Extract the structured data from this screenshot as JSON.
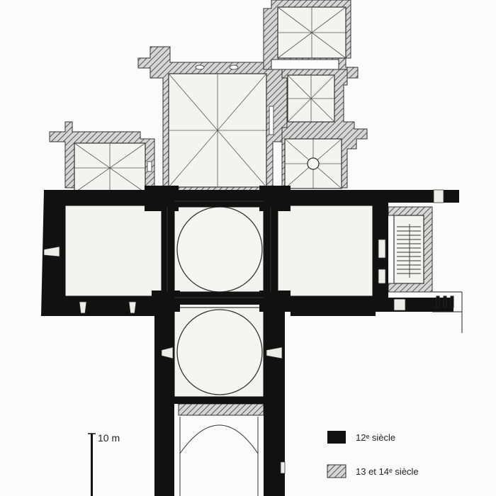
{
  "scale": {
    "label": "10 m"
  },
  "legend": {
    "items": [
      {
        "label": "12ᵉ siècle",
        "fill": "#111111",
        "pattern": "solid"
      },
      {
        "label": "13 et 14ᵉ siècle",
        "fill": "#888888",
        "pattern": "hatched"
      }
    ]
  },
  "colors": {
    "wall": "#111111",
    "hatch": "#777777",
    "ink": "#333333",
    "floor": "#f1f1ef"
  }
}
